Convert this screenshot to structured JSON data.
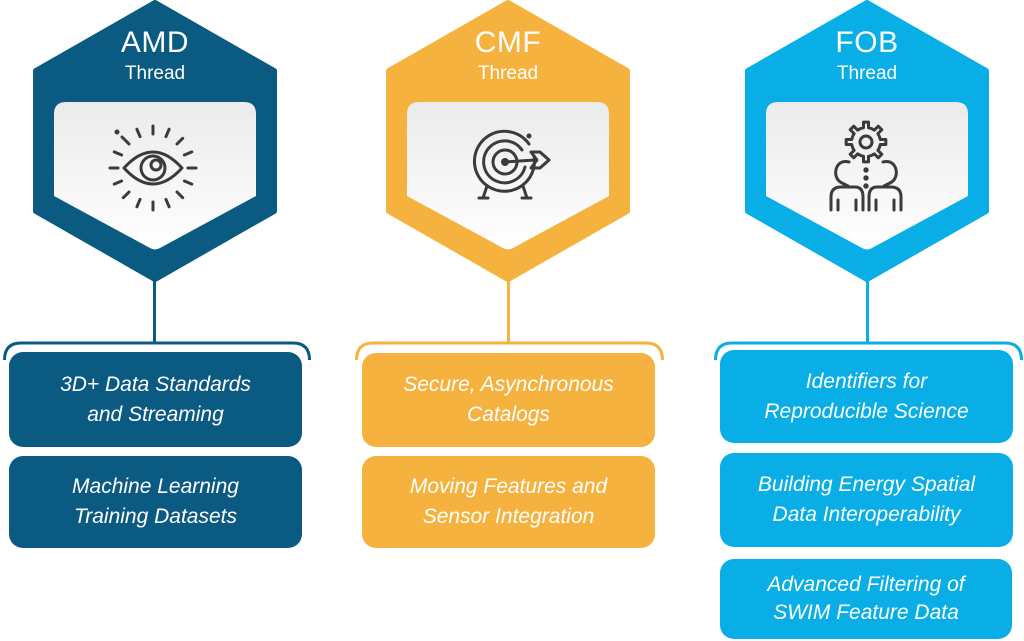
{
  "colors": {
    "amd": "#0b5a82",
    "cmf": "#f6b23f",
    "fob": "#0aaee7",
    "icon": "#3b3b3b"
  },
  "threads": [
    {
      "code": "AMD",
      "label": "Thread",
      "icon": "eye-icon",
      "topics": [
        {
          "lines": [
            "3D+ Data Standards",
            "and Streaming"
          ]
        },
        {
          "lines": [
            "Machine Learning",
            "Training Datasets"
          ]
        }
      ]
    },
    {
      "code": "CMF",
      "label": "Thread",
      "icon": "target-arrow-icon",
      "topics": [
        {
          "lines": [
            "Secure, Asynchronous",
            "Catalogs"
          ]
        },
        {
          "lines": [
            "Moving Features and",
            "Sensor Integration"
          ]
        }
      ]
    },
    {
      "code": "FOB",
      "label": "Thread",
      "icon": "people-gear-icon",
      "topics": [
        {
          "lines": [
            "Identifiers for",
            "Reproducible Science"
          ]
        },
        {
          "lines": [
            "Building Energy Spatial",
            "Data Interoperability"
          ]
        },
        {
          "lines": [
            "Advanced Filtering of",
            "SWIM Feature Data"
          ]
        }
      ]
    }
  ]
}
